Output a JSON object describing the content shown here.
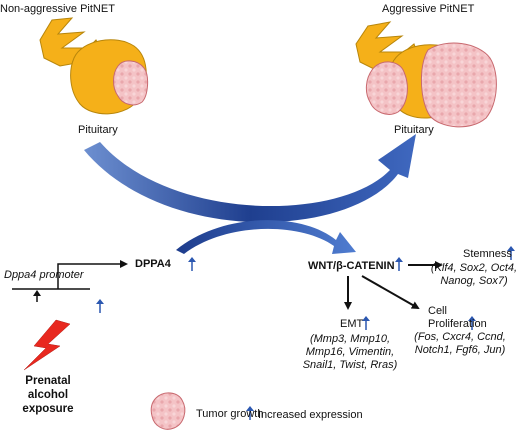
{
  "top": {
    "left_title": "Non-aggressive PitNET",
    "right_title": "Aggressive PitNET",
    "left_organ": "Pituitary",
    "right_organ": "Pituitary"
  },
  "pathway": {
    "gene_label": "Dppa4 promoter",
    "gene_product": "DPPA4",
    "hub": "WNT/β-CATENIN",
    "exposure_label": "Prenatal alcohol exposure",
    "stemness": {
      "title": "Stemness",
      "genes": "(Klf4, Sox2, Oct4, Nanog, Sox7)"
    },
    "emt": {
      "title": "EMT",
      "genes": "(Mmp3, Mmp10, Mmp16, Vimentin, Snail1, Twist, Rras)"
    },
    "proliferation": {
      "title": "Cell Proliferation",
      "genes": "(Fos, Cxcr4, Ccnd, Notch1, Fgf6, Jun)"
    }
  },
  "legend": {
    "tumor_label": "Tumor growth",
    "arrow_label": "Increased expression"
  },
  "colors": {
    "gland_fill": "#f5b019",
    "gland_stroke": "#b8860b",
    "tumor_fill": "#f4c3c6",
    "tumor_stroke": "#c8696f",
    "curve_blue": "#2e4fa3",
    "up_arrow": "#2b57b0",
    "lightning": "#e8281f"
  }
}
